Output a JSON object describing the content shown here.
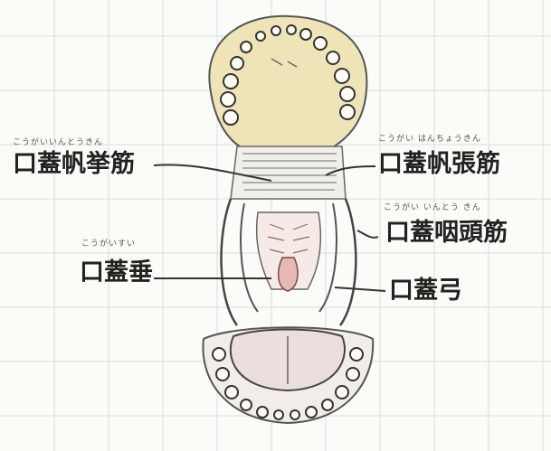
{
  "labels": {
    "palatopharyngeus": {
      "ruby": "こうがいいんとうきん",
      "term": "口蓋帆挙筋"
    },
    "tensor_veli_palatini": {
      "ruby": "こうがい はんちょうきん",
      "term": "口蓋帆張筋"
    },
    "palatopharyngeal_muscle": {
      "ruby": "こうがい いんとう きん",
      "term": "口蓋咽頭筋"
    },
    "uvula": {
      "ruby": "こうがいすい",
      "term": "口蓋垂"
    },
    "palatine_tonsil_arch": {
      "term": "口蓋弓"
    }
  },
  "colors": {
    "paper": "#fbfbf8",
    "grid": "#d7dde3",
    "palate": "#efe3b8",
    "tongue": "#eadfdc",
    "ink": "#333333"
  }
}
